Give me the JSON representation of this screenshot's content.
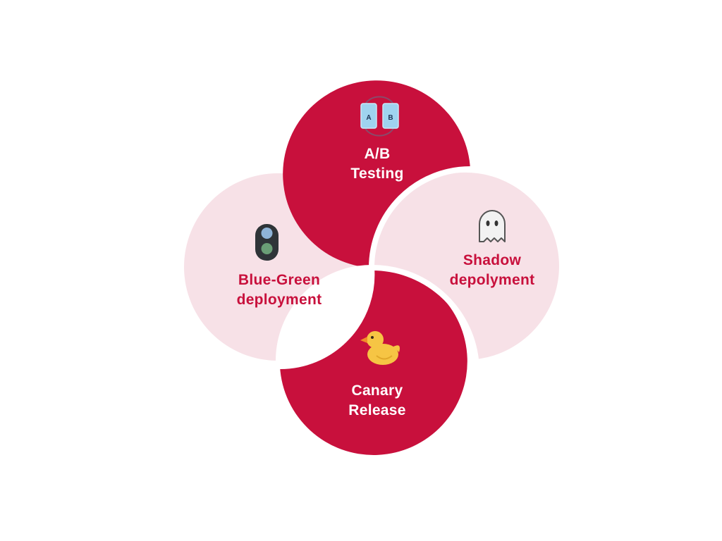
{
  "colors": {
    "primary": "#c8103c",
    "light": "#f7e1e7",
    "text_on_primary": "#ffffff",
    "text_on_light": "#c8103c"
  },
  "petals": {
    "ab_testing": {
      "line1": "A/B",
      "line2": "Testing",
      "icon": "ab-devices-icon"
    },
    "shadow": {
      "line1": "Shadow",
      "line2": "depolyment",
      "icon": "ghost-icon"
    },
    "blue_green": {
      "line1": "Blue-Green",
      "line2": "deployment",
      "icon": "traffic-light-icon"
    },
    "canary": {
      "line1": "Canary",
      "line2": "Release",
      "icon": "duck-icon"
    },
    "ab_icon_letters": {
      "a": "A",
      "b": "B"
    }
  }
}
